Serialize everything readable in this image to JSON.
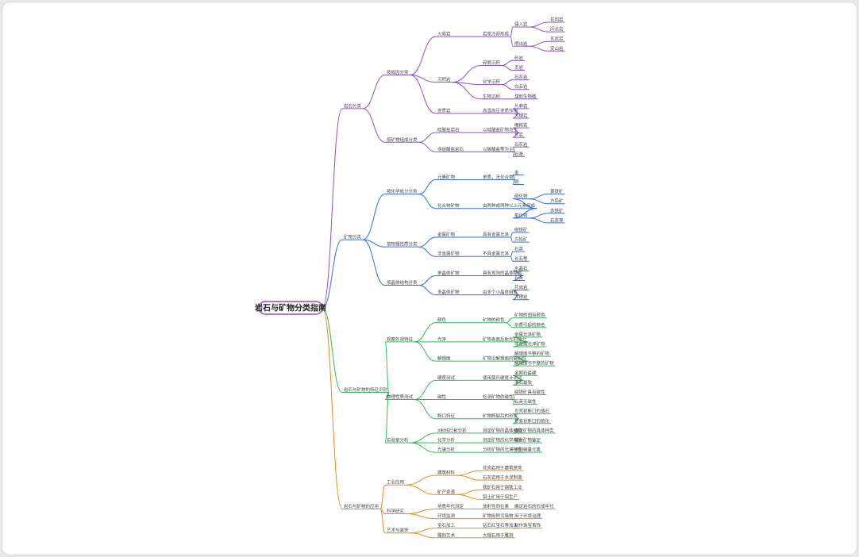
{
  "root": "岩石与矿物分类指南",
  "colors": {
    "purple": "#8a4fd6",
    "blue": "#2f6fe0",
    "green": "#2ebd5a",
    "orange": "#e98a1a"
  },
  "branches": [
    {
      "label": "岩石分类",
      "color": "purple",
      "children": [
        {
          "label": "按成因分类",
          "children": [
            {
              "label": "火成岩",
              "children": [
                {
                  "label": "岩浆冷却形成",
                  "children": [
                    {
                      "label": "侵入岩",
                      "children": [
                        {
                          "label": "花岗岩"
                        },
                        {
                          "label": "闪长岩"
                        }
                      ]
                    },
                    {
                      "label": "喷出岩",
                      "children": [
                        {
                          "label": "玄武岩"
                        },
                        {
                          "label": "安山岩"
                        }
                      ]
                    }
                  ]
                }
              ]
            },
            {
              "label": "沉积岩",
              "children": [
                {
                  "label": "碎屑沉积",
                  "children": [
                    {
                      "label": "砂岩"
                    },
                    {
                      "label": "页岩"
                    }
                  ]
                },
                {
                  "label": "化学沉积",
                  "children": [
                    {
                      "label": "石灰岩"
                    },
                    {
                      "label": "白云岩"
                    }
                  ]
                },
                {
                  "label": "生物沉积",
                  "children": [
                    {
                      "label": "煤和生物礁"
                    }
                  ]
                }
              ]
            },
            {
              "label": "变质岩",
              "children": [
                {
                  "label": "高温高压变质作用",
                  "children": [
                    {
                      "label": "片麻岩"
                    },
                    {
                      "label": "大理岩"
                    }
                  ]
                }
              ]
            }
          ]
        },
        {
          "label": "按矿物组成分类",
          "children": [
            {
              "label": "硅酸盐岩石",
              "children": [
                {
                  "label": "以硅酸盐矿物为主",
                  "children": [
                    {
                      "label": "橄榄岩"
                    },
                    {
                      "label": "片岩"
                    }
                  ]
                }
              ]
            },
            {
              "label": "非硅酸盐岩石",
              "children": [
                {
                  "label": "以碳酸盐等为主",
                  "children": [
                    {
                      "label": "石灰岩"
                    },
                    {
                      "label": "石膏"
                    }
                  ]
                }
              ]
            }
          ]
        }
      ]
    },
    {
      "label": "矿物分类",
      "color": "blue",
      "children": [
        {
          "label": "按化学成分分类",
          "children": [
            {
              "label": "元素矿物",
              "children": [
                {
                  "label": "单质，无化合物",
                  "children": [
                    {
                      "label": "金"
                    },
                    {
                      "label": "铜"
                    }
                  ]
                }
              ]
            },
            {
              "label": "化合物矿物",
              "children": [
                {
                  "label": "由两种或两种以上元素组成",
                  "children": [
                    {
                      "label": "硫化物",
                      "children": [
                        {
                          "label": "黄铁矿"
                        },
                        {
                          "label": "方铅矿"
                        }
                      ]
                    },
                    {
                      "label": "氧化物",
                      "children": [
                        {
                          "label": "赤铁矿"
                        },
                        {
                          "label": "石英等"
                        }
                      ]
                    }
                  ]
                }
              ]
            }
          ]
        },
        {
          "label": "按物理性质分类",
          "children": [
            {
              "label": "金属矿物",
              "children": [
                {
                  "label": "具有金属光泽",
                  "children": [
                    {
                      "label": "磁铁矿"
                    },
                    {
                      "label": "方铅矿"
                    }
                  ]
                }
              ]
            },
            {
              "label": "非金属矿物",
              "children": [
                {
                  "label": "不具金属光泽",
                  "children": [
                    {
                      "label": "石英"
                    },
                    {
                      "label": "长石等"
                    }
                  ]
                }
              ]
            }
          ]
        },
        {
          "label": "按晶体结构分类",
          "children": [
            {
              "label": "单晶体矿物",
              "children": [
                {
                  "label": "具有规则的晶体结构",
                  "children": [
                    {
                      "label": "水晶石"
                    },
                    {
                      "label": "石英"
                    }
                  ]
                }
              ]
            },
            {
              "label": "多晶体矿物",
              "children": [
                {
                  "label": "由多个小晶体组成",
                  "children": [
                    {
                      "label": "花岗岩"
                    },
                    {
                      "label": "大理岩"
                    }
                  ]
                }
              ]
            }
          ]
        }
      ]
    },
    {
      "label": "岩石与矿物的特征识别",
      "color": "green",
      "children": [
        {
          "label": "观察外观特征",
          "children": [
            {
              "label": "颜色",
              "children": [
                {
                  "label": "矿物的颜色",
                  "children": [
                    {
                      "label": "矿物的固有颜色"
                    },
                    {
                      "label": "杂质引起的颜色"
                    }
                  ]
                }
              ]
            },
            {
              "label": "光泽",
              "children": [
                {
                  "label": "矿物表面反射光的能力",
                  "children": [
                    {
                      "label": "金属光泽矿物"
                    },
                    {
                      "label": "非金属光泽矿物"
                    }
                  ]
                }
              ]
            },
            {
              "label": "解理面",
              "children": [
                {
                  "label": "矿物沿解理面的破裂性",
                  "children": [
                    {
                      "label": "解理面平整的矿物"
                    },
                    {
                      "label": "解理面不平整的矿物"
                    }
                  ]
                }
              ]
            }
          ]
        },
        {
          "label": "物理性质测试",
          "children": [
            {
              "label": "硬度测试",
              "children": [
                {
                  "label": "使用莫氏硬度计测试",
                  "children": [
                    {
                      "label": "金刚石最硬"
                    },
                    {
                      "label": "滑石最软"
                    }
                  ]
                }
              ]
            },
            {
              "label": "磁性",
              "children": [
                {
                  "label": "检测矿物的磁性",
                  "children": [
                    {
                      "label": "磁铁矿具有磁性"
                    },
                    {
                      "label": "石英无磁性"
                    }
                  ]
                }
              ]
            },
            {
              "label": "断口特征",
              "children": [
                {
                  "label": "矿物断裂后的形状",
                  "children": [
                    {
                      "label": "贝壳状断口的燧石"
                    },
                    {
                      "label": "参差状断口的硫化"
                    }
                  ]
                }
              ]
            }
          ]
        },
        {
          "label": "实验室分析",
          "children": [
            {
              "label": "X射线衍射分析",
              "children": [
                {
                  "label": "测定矿物的晶体结构",
                  "children": [
                    {
                      "label": "确定矿物的具体种类"
                    }
                  ]
                }
              ]
            },
            {
              "label": "化学分析",
              "children": [
                {
                  "label": "测定矿物的化学成分",
                  "children": [
                    {
                      "label": "辅助矿物鉴定"
                    }
                  ]
                }
              ]
            },
            {
              "label": "光谱分析",
              "children": [
                {
                  "label": "分析矿物的光谱特性",
                  "children": [
                    {
                      "label": "识别微量元素"
                    }
                  ]
                }
              ]
            }
          ]
        }
      ]
    },
    {
      "label": "岩石与矿物的应用",
      "color": "orange",
      "children": [
        {
          "label": "工业应用",
          "children": [
            {
              "label": "建筑材料",
              "children": [
                {
                  "label": "花岗岩用于建筑装饰"
                },
                {
                  "label": "石灰岩用于水泥制造"
                }
              ]
            },
            {
              "label": "矿产资源",
              "children": [
                {
                  "label": "铁矿石用于钢铁工业"
                },
                {
                  "label": "铝土矿用于铝生产"
                }
              ]
            }
          ]
        },
        {
          "label": "科学研究",
          "children": [
            {
              "label": "地质年代测定",
              "children": [
                {
                  "label": "放射性同位素",
                  "children": [
                    {
                      "label": "确定岩石的形成年代"
                    }
                  ]
                }
              ]
            },
            {
              "label": "环境监测",
              "children": [
                {
                  "label": "矿物吸附污染物",
                  "children": [
                    {
                      "label": "用于环境治理"
                    }
                  ]
                }
              ]
            }
          ]
        },
        {
          "label": "艺术与装饰",
          "children": [
            {
              "label": "宝石加工",
              "children": [
                {
                  "label": "钻石红宝石等加工",
                  "children": [
                    {
                      "label": "制作珠宝首饰"
                    }
                  ]
                }
              ]
            },
            {
              "label": "雕刻艺术",
              "children": [
                {
                  "label": "大理石用于雕刻"
                }
              ]
            }
          ]
        }
      ]
    }
  ]
}
